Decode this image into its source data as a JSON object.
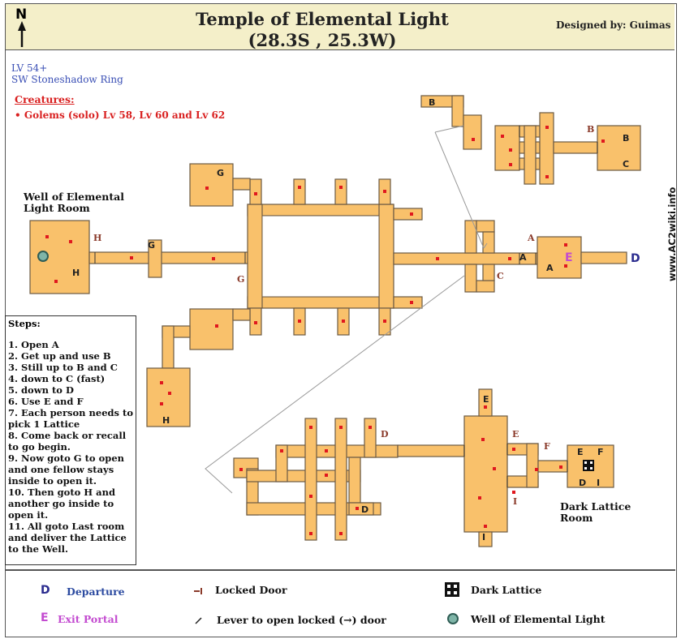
{
  "header": {
    "title_line1": "Temple of Elemental Light",
    "title_line2": "(28.3S , 25.3W)",
    "designed_by": "Designed by:  Guimas",
    "north_label": "N"
  },
  "info": {
    "level": "LV 54+",
    "location": "SW Stoneshadow Ring",
    "creatures_heading": "Creatures:",
    "creatures_text": "Golems (solo) Lv 58, Lv 60 and Lv 62"
  },
  "labels": {
    "well_room": [
      "Well of Elemental",
      "Light Room"
    ],
    "dark_lattice_room": [
      "Dark Lattice",
      "Room"
    ],
    "site": "www.AC2wiki.info"
  },
  "markers": {
    "A": "A",
    "B": "B",
    "C": "C",
    "D": "D",
    "E": "E",
    "F": "F",
    "G": "G",
    "H": "H",
    "I": "I"
  },
  "steps": {
    "title": "Steps:",
    "items": [
      "1. Open A",
      "2. Get up and use B",
      "3. Still up to B and C",
      "4. down to C (fast)",
      "5. down to D",
      "6. Use E and F",
      "7. Each person needs to",
      "pick 1 Lattice",
      "8. Come back or recall",
      "to go begin.",
      "9. Now goto G to open",
      "and one fellow stays",
      "inside to open it.",
      "10. Then goto H and",
      "another go inside to",
      "open it.",
      "11. All goto Last room",
      "and deliver the Lattice",
      "to the Well."
    ]
  },
  "legend": {
    "departure": "Departure",
    "exit_portal": "Exit Portal",
    "locked_door": "Locked Door",
    "lever": "Lever to open locked (→) door",
    "dark_lattice": "Dark Lattice",
    "well": "Well of Elemental Light"
  },
  "colors": {
    "floor": "#f9c16b",
    "floor_outline": "#6b5a44",
    "creature_dot": "#e0181e",
    "title_bg": "#f4efc9",
    "departure": "#2b2c8f",
    "exit": "#c34bd0"
  }
}
